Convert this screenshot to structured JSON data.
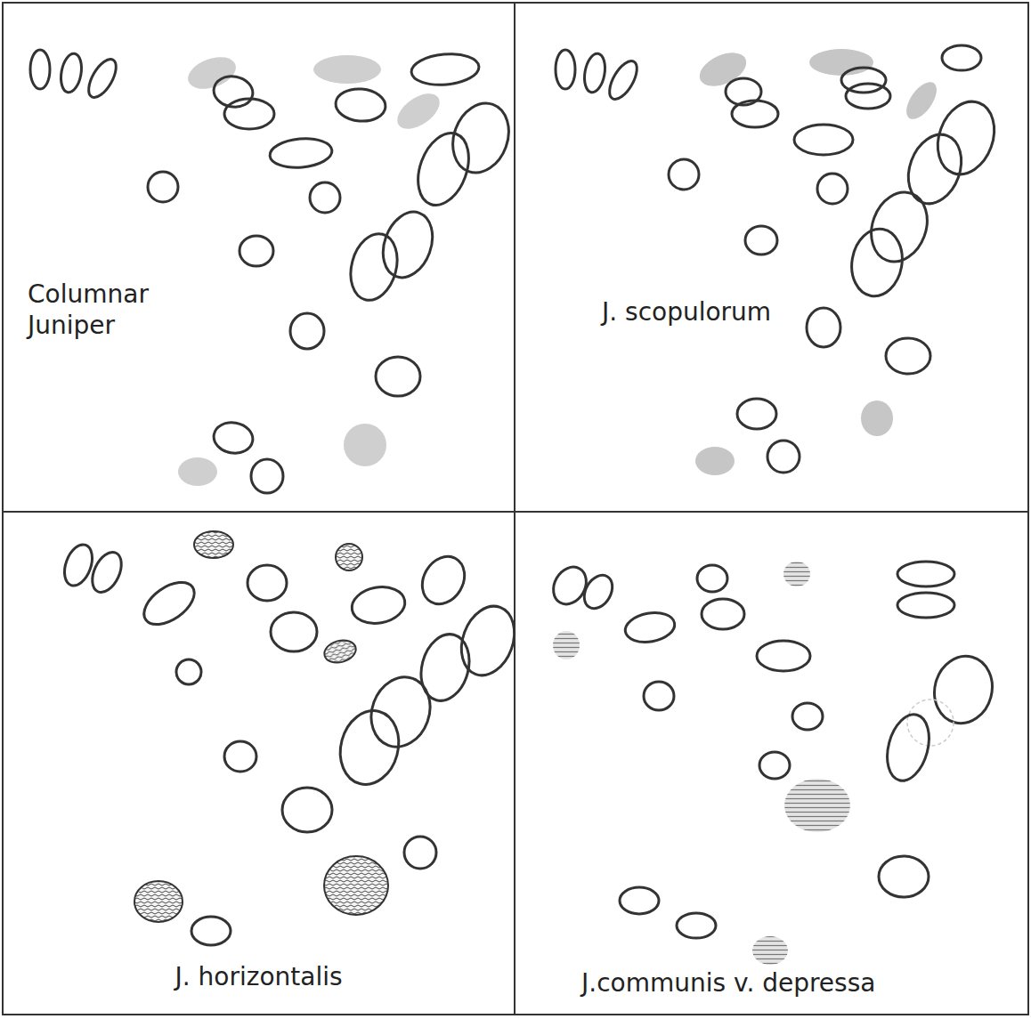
{
  "diagram": {
    "nodes": [
      {
        "text": [
          "Columnar Juniper"
        ]
      },
      {
        "text": [
          "J. scopulorum"
        ]
      },
      {
        "text": [
          "J. horizontalis"
        ]
      },
      {
        "text": [
          "J.communis v. depressa"
        ]
      }
    ]
  }
}
